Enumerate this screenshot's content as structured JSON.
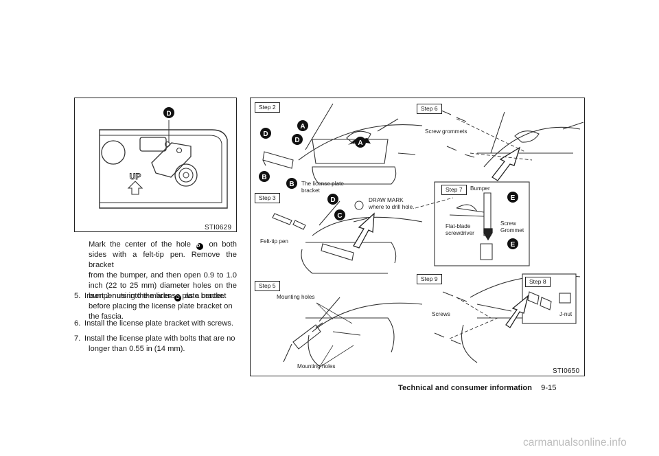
{
  "figure_left": {
    "id": "STI0629",
    "marker": "D",
    "up_text": "UP"
  },
  "paragraph": {
    "line1_a": "Mark the center of the hole",
    "line1_badge": "D",
    "line1_b": "on both",
    "line2": "sides with a felt-tip pen. Remove the bracket",
    "line3": "from the bumper, and then open 0.9 to 1.0",
    "line4": "inch (22 to 25 mm) diameter holes on the",
    "line5_a": "bumper using the marks",
    "line5_badge": "D",
    "line5_b": "as a center."
  },
  "steps_list": [
    {
      "num": "5.",
      "line1": "Insert J-nuts into the license plate bracket",
      "line2": "before placing the license plate bracket on",
      "line3": "the fascia."
    },
    {
      "num": "6.",
      "line1": "Install the license plate bracket with screws."
    },
    {
      "num": "7.",
      "line1": "Install the license plate with bolts that are no",
      "line2": "longer than 0.55 in (14 mm)."
    }
  ],
  "figure_right": {
    "id": "STI0650",
    "steps": {
      "step2": "Step 2",
      "step3": "Step 3",
      "step5": "Step 5",
      "step6": "Step 6",
      "step7": "Step 7",
      "step8": "Step 8",
      "step9": "Step 9"
    },
    "labels": {
      "bracket_1": "The license plate",
      "bracket_2": "bracket",
      "draw_1": "DRAW MARK",
      "draw_2": "where to drill hole.",
      "felt": "Felt-tip pen",
      "mount_top": "Mounting holes",
      "mount_bottom": "Mounting holes",
      "grommets": "Screw grommets",
      "bumper": "Bumper",
      "flat_1": "Flat-blade",
      "flat_2": "screwdriver",
      "screw_1": "Screw",
      "screw_2": "Grommet",
      "screws": "Screws",
      "jnut": "J-nut"
    },
    "markers": [
      "A",
      "A",
      "B",
      "B",
      "C",
      "D",
      "D",
      "D",
      "E",
      "E"
    ]
  },
  "footer": {
    "section": "Technical and consumer information",
    "page": "9-15"
  },
  "watermark": "carmanualsonline.info"
}
